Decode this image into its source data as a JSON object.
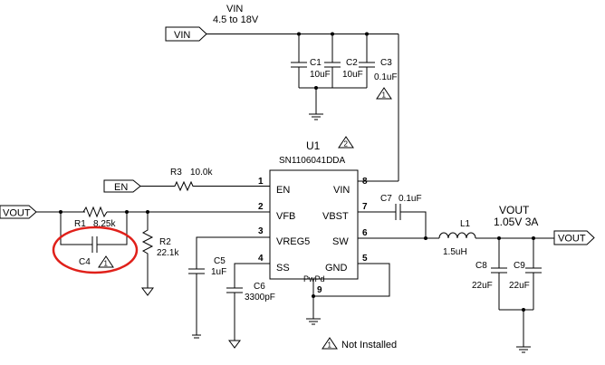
{
  "ports": {
    "vin": "VIN",
    "en": "EN",
    "vout_left": "VOUT",
    "vout_right": "VOUT"
  },
  "input": {
    "net": "VIN",
    "range": "4.5 to 18V"
  },
  "output": {
    "net": "VOUT",
    "rating": "1.05V 3A"
  },
  "ic": {
    "ref": "U1",
    "part": "SN1106041DDA",
    "note_marker": "2",
    "pins": {
      "en": {
        "label": "EN",
        "num": "1"
      },
      "vfb": {
        "label": "VFB",
        "num": "2"
      },
      "vreg": {
        "label": "VREG5",
        "num": "3"
      },
      "ss": {
        "label": "SS",
        "num": "4"
      },
      "gnd": {
        "label": "GND",
        "num": "5"
      },
      "sw": {
        "label": "SW",
        "num": "6"
      },
      "vbst": {
        "label": "VBST",
        "num": "7"
      },
      "vin": {
        "label": "VIN",
        "num": "8"
      },
      "pwpd": {
        "label": "PwPd",
        "num": "9"
      }
    }
  },
  "components": {
    "c1": {
      "ref": "C1",
      "value": "10uF"
    },
    "c2": {
      "ref": "C2",
      "value": "10uF"
    },
    "c3": {
      "ref": "C3",
      "value": "0.1uF",
      "marker": "1"
    },
    "r3": {
      "ref": "R3",
      "value": "10.0k"
    },
    "r1": {
      "ref": "R1",
      "value": "8.25k"
    },
    "r2": {
      "ref": "R2",
      "value": "22.1k"
    },
    "c4": {
      "ref": "C4",
      "marker": "1"
    },
    "c5": {
      "ref": "C5",
      "value": "1uF"
    },
    "c6": {
      "ref": "C6",
      "value": "3300pF"
    },
    "c7": {
      "ref": "C7",
      "value": "0.1uF"
    },
    "l1": {
      "ref": "L1",
      "value": "1.5uH"
    },
    "c8": {
      "ref": "C8",
      "value": "22uF"
    },
    "c9": {
      "ref": "C9",
      "value": "22uF"
    }
  },
  "legend": {
    "marker": "1",
    "text": "Not Installed"
  },
  "colors": {
    "wire": "#000000",
    "highlight": "#e0201a",
    "background": "#ffffff"
  }
}
